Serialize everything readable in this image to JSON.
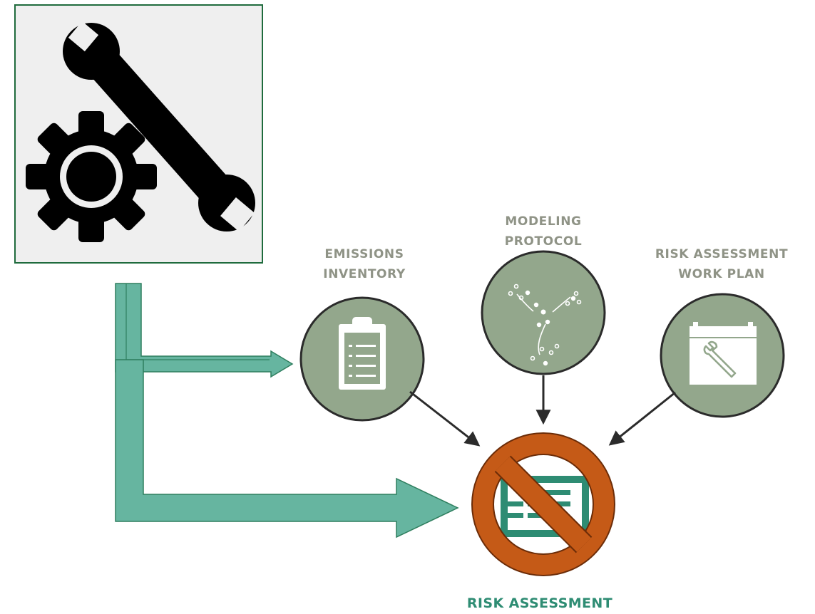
{
  "diagram": {
    "tool_icon": "wrench-and-gear-icon",
    "inputs": [
      {
        "id": "emissions",
        "line1": "EMISSIONS",
        "line2": "INVENTORY",
        "icon": "clipboard-list-icon"
      },
      {
        "id": "modeling",
        "line1": "MODELING",
        "line2": "PROTOCOL",
        "icon": "merging-dots-icon"
      },
      {
        "id": "workplan",
        "line1": "RISK ASSESSMENT",
        "line2": "WORK PLAN",
        "icon": "calendar-wrench-icon"
      }
    ],
    "output": {
      "label": "RISK ASSESSMENT",
      "icon": "document-icon",
      "overlay_icon": "prohibited-icon"
    },
    "colors": {
      "circle_fill": "#93a78c",
      "circle_stroke": "#2b2b2b",
      "arrow_teal": "#66b5a0",
      "arrow_teal_stroke": "#2f7f5f",
      "prohibit_orange": "#c55a17",
      "prohibit_stroke": "#6b2c08",
      "label_gray": "#8f9386",
      "label_green": "#2e8c73",
      "tool_box_bg": "#efefef",
      "tool_box_border": "#1f6b3d"
    }
  }
}
